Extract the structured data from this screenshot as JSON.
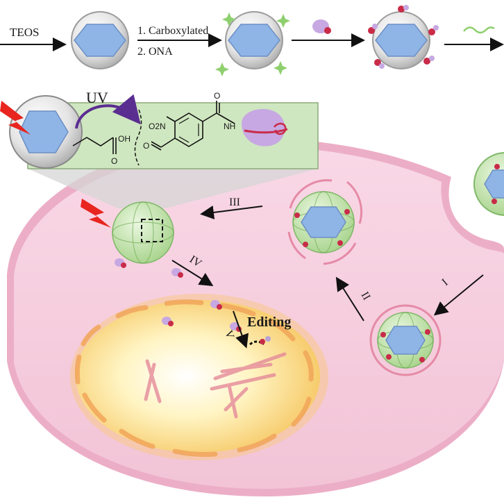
{
  "top_row": {
    "reagent_teos": "TEOS",
    "step_1": "1. Carboxylated",
    "step_2": "2. ONA"
  },
  "inset": {
    "uv_label": "UV",
    "oh_label": "OH",
    "o_label": "O",
    "no2_label": "O2N",
    "o_label_2": "O",
    "nh_label": "NH",
    "o_label_3": "O"
  },
  "pathway": {
    "step_I": "I",
    "step_II": "II",
    "step_III": "III",
    "step_IV": "IV",
    "step_V": "V",
    "editing_label": "Editing"
  },
  "colors": {
    "cytoplasm": "#f6cfe0",
    "cell_membrane": "#e9a7c0",
    "nucleus_core": "#fff6cf",
    "nucleus_edge": "#f6c86a",
    "nanoparticle_shell": "#d9d9d9",
    "hexagon_core": "#8fb4e6",
    "inset_background": "#cfe7c0",
    "uv_arrow": "#5a2d91",
    "lightning": "#e8251f"
  }
}
